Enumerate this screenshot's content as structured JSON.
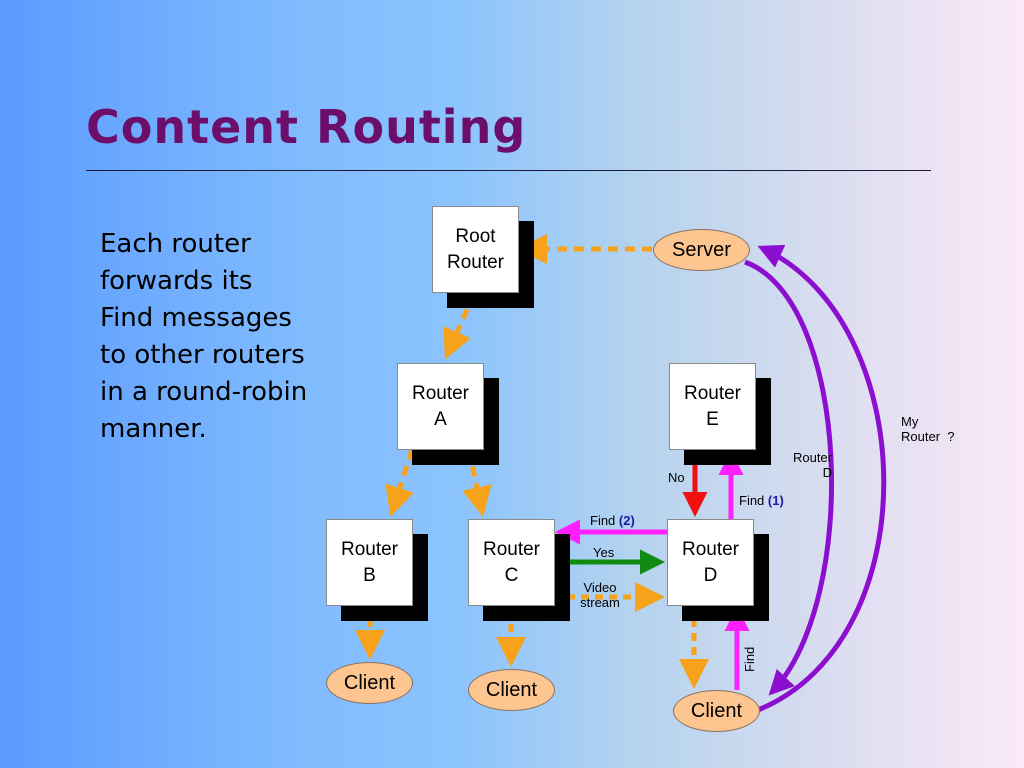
{
  "slide": {
    "title": "Content Routing",
    "body_lines": [
      "Each router",
      "forwards its",
      "Find messages",
      "to other routers",
      "in a round-robin",
      "manner."
    ]
  },
  "diagram": {
    "nodes": {
      "root": {
        "line1": "Root",
        "line2": "Router"
      },
      "a": {
        "line1": "Router",
        "line2": "A"
      },
      "b": {
        "line1": "Router",
        "line2": "B"
      },
      "c": {
        "line1": "Router",
        "line2": "C"
      },
      "d": {
        "line1": "Router",
        "line2": "D"
      },
      "e": {
        "line1": "Router",
        "line2": "E"
      }
    },
    "endpoints": {
      "server": "Server",
      "client_b": "Client",
      "client_c": "Client",
      "client_d": "Client"
    },
    "edge_labels": {
      "no": "No",
      "find1_text": "Find",
      "find1_num": "(1)",
      "find2_text": "Find",
      "find2_num": "(2)",
      "yes": "Yes",
      "video_line1": "Video",
      "video_line2": "stream",
      "find_client": "Find",
      "router_d_line1": "Router",
      "router_d_line2": "D",
      "my_router_line1": "My",
      "my_router_line2": "Router  ?"
    },
    "colors": {
      "data_path": "#f7a21b",
      "find": "#ff1fff",
      "no": "#f01010",
      "yes": "#118a11",
      "query": "#8c0fd0",
      "title": "#6b0f6b",
      "ellipse_fill": "#fdc590"
    }
  }
}
